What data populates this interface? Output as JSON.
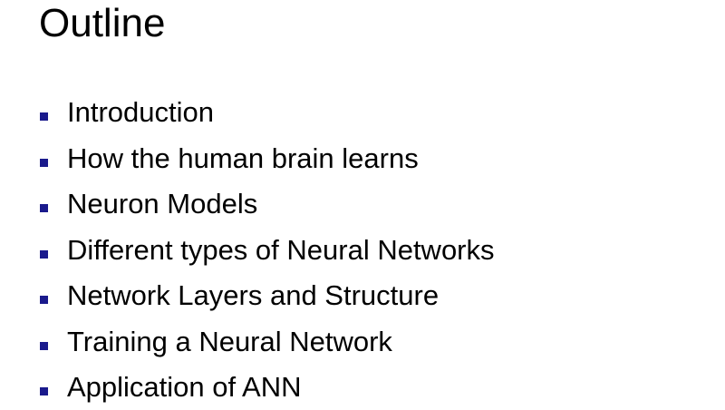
{
  "slide": {
    "title": "Outline",
    "bullet_color": "#1a1a8c",
    "items": [
      {
        "label": "Introduction"
      },
      {
        "label": "How the human brain learns"
      },
      {
        "label": "Neuron Models"
      },
      {
        "label": "Different types of Neural Networks"
      },
      {
        "label": "Network Layers and Structure"
      },
      {
        "label": "Training a Neural Network"
      },
      {
        "label": "Application of ANN"
      }
    ]
  }
}
